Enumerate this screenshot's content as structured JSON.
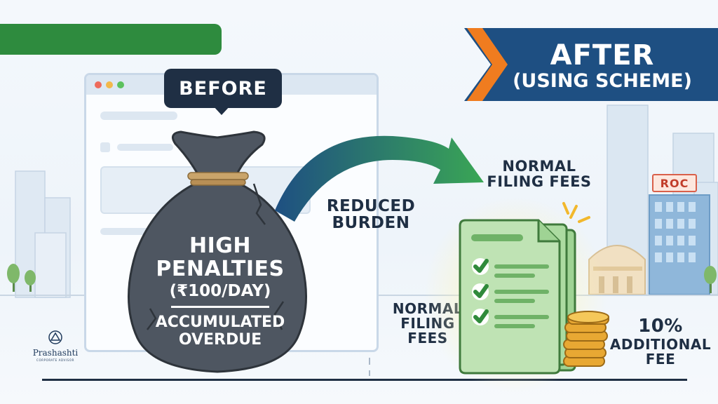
{
  "before": {
    "badge": "BEFORE"
  },
  "bag": {
    "title_line1": "HIGH",
    "title_line2": "PENALTIES",
    "rate": "(₹100/DAY)",
    "sub_line1": "ACCUMULATED",
    "sub_line2": "OVERDUE"
  },
  "after": {
    "title": "AFTER",
    "subtitle": "(USING SCHEME)"
  },
  "middle": {
    "line1": "REDUCED",
    "line2": "BURDEN"
  },
  "normal_fees_top": {
    "line1": "NORMAL",
    "line2": "FILING FEES"
  },
  "normal_fees_bottom": {
    "line1": "NORMAL",
    "line2": "FILING",
    "line3": "FEES"
  },
  "additional_fee": {
    "value": "10%",
    "line1": "ADDITIONAL",
    "line2": "FEE"
  },
  "building_sign": "ROC",
  "logo": {
    "name": "Prashashti",
    "tagline": "CORPORATE ADVISOR"
  },
  "colors": {
    "green": "#2e8b3e",
    "navy": "#1f2f44",
    "banner_blue": "#1e4f82",
    "orange": "#f07c1f",
    "bag_gray": "#4e5661",
    "document_green": "#bfe3b4",
    "coin_gold": "#e8a833"
  },
  "icons": [
    "money-bag-icon",
    "curved-arrow-icon",
    "document-checklist-icon",
    "check-icon",
    "coin-stack-icon",
    "city-building-icon",
    "tree-icon",
    "sparkle-icon"
  ]
}
